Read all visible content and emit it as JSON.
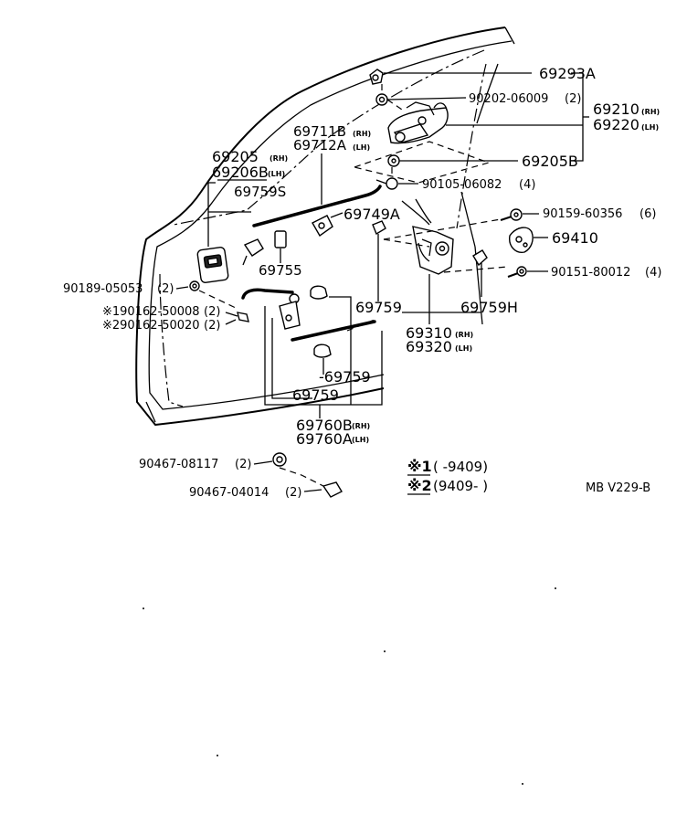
{
  "diagram_code": "MB V229-B",
  "legend": {
    "note1_mark": "※1",
    "note1_text": "(       -9409)",
    "note2_mark": "※2",
    "note2_text": "(9409-       )"
  },
  "labels": {
    "p69293A": "69293A",
    "p90202": "90202-06009",
    "p90202_qty": "(2)",
    "p69210": "69210",
    "p69210_side": "(RH)",
    "p69220": "69220",
    "p69220_side": "(LH)",
    "p69711B": "69711B",
    "p69711B_side": "(RH)",
    "p69712A": "69712A",
    "p69712A_side": "(LH)",
    "p69205": "69205",
    "p69205_side": "(RH)",
    "p69206B": "69206B",
    "p69206B_side": "(LH)",
    "p69205B": "69205B",
    "p90105": "90105-06082",
    "p90105_qty": "(4)",
    "p69759S": "69759S",
    "p69749A": "69749A",
    "p90159": "90159-60356",
    "p90159_qty": "(6)",
    "p69410": "69410",
    "p69755": "69755",
    "p90151": "90151-80012",
    "p90151_qty": "(4)",
    "p90189": "90189-05053",
    "p90189_qty": "(2)",
    "p90162a": "※190162-50008",
    "p90162a_qty": "(2)",
    "p90162b": "※290162-50020",
    "p90162b_qty": "(2)",
    "p69759_mid": "69759",
    "p69759H": "69759H",
    "p69310": "69310",
    "p69310_side": "(RH)",
    "p69320": "69320",
    "p69320_side": "(LH)",
    "p69759_a": "-69759",
    "p69759_b": "69759",
    "p69760B": "69760B",
    "p69760B_side": "(RH)",
    "p69760A": "69760A",
    "p69760A_side": "(LH)",
    "p90467a": "90467-08117",
    "p90467a_qty": "(2)",
    "p90467b": "90467-04014",
    "p90467b_qty": "(2)"
  }
}
